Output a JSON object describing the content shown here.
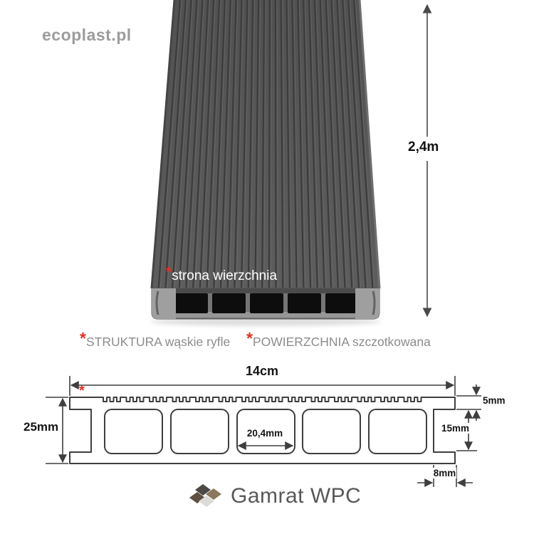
{
  "watermark": "ecoplast.pl",
  "length_dim": {
    "value": "2,4m"
  },
  "board": {
    "surface_note": {
      "asterisk": "*",
      "text": "strona wierzchnia"
    }
  },
  "features": {
    "structure": {
      "asterisk": "*",
      "text": "STRUKTURA wąskie ryfle"
    },
    "surface": {
      "asterisk": "*",
      "text": "POWIERZCHNIA szczotkowana"
    }
  },
  "cross_section": {
    "note_asterisk": "*",
    "dims": {
      "width": "14cm",
      "height": "25mm",
      "chamber_width": "20,4mm",
      "top_wall": "5mm",
      "side_chamber_height": "15mm",
      "bottom_edge": "8mm"
    }
  },
  "brand": {
    "name": "Gamrat WPC"
  },
  "colors": {
    "accent_red": "#e53026",
    "board_gray": "#575757",
    "groove_dark": "#3c3c3c",
    "text_gray": "#8c8c8c",
    "line_dark": "#3f3f3f",
    "chamber_black": "#0d0d0d"
  }
}
